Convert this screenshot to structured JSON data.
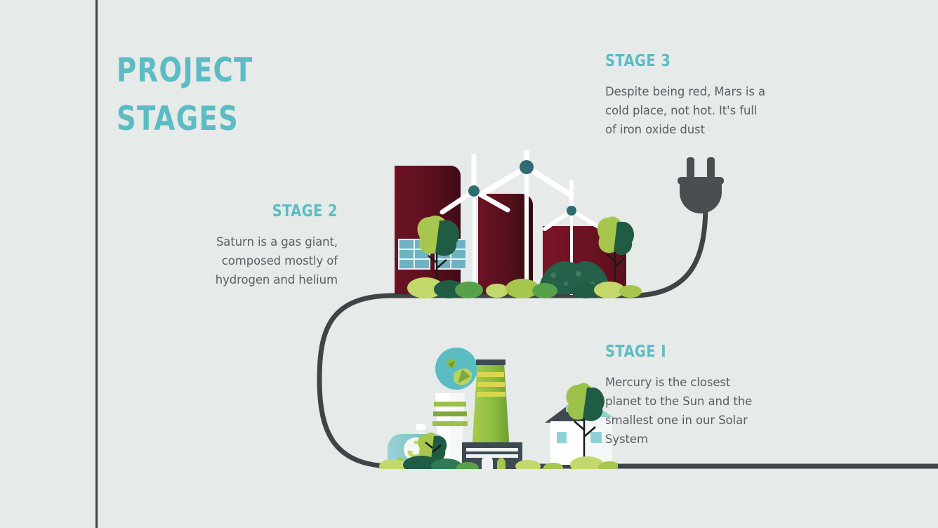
{
  "slide": {
    "background_color": "#e6eae8",
    "accent_color": "#5bbcc4",
    "body_text_color": "#5c5e60",
    "rule_color": "#3f4447",
    "title_line_1": "PROJECT",
    "title_line_2": "STAGES"
  },
  "stages": [
    {
      "id": "stage1",
      "label": "STAGE I",
      "body": "Mercury is the closest planet to the Sun and the smallest one in our Solar System",
      "align": "left"
    },
    {
      "id": "stage2",
      "label": "STAGE 2",
      "body": "Saturn is a gas giant, composed mostly of hydrogen and helium",
      "align": "right"
    },
    {
      "id": "stage3",
      "label": "STAGE 3",
      "body": "Despite being red, Mars is a cold place, not hot. It's full of iron oxide dust",
      "align": "left"
    }
  ],
  "graphics": {
    "power_cable": {
      "name": "power-cable-path",
      "color": "#3f4447",
      "width": 7
    },
    "plug_icon": {
      "name": "electric-plug-icon",
      "color": "#4a4e51"
    },
    "scene_top": {
      "name": "industrial-city-illustration",
      "building_color": "#6d1324",
      "turbine_color": "#ffffff",
      "turbine_hub_color": "#2e6b72",
      "window_color": "#6eb2c4",
      "foliage_colors": [
        "#1f5c43",
        "#58a14b",
        "#a7c64e",
        "#c2d86a"
      ]
    },
    "scene_bottom": {
      "name": "eco-factory-illustration",
      "globe_color": "#5bbcc4",
      "chimney_color": "#8cbf3f",
      "tank_color": "#7ec3c9",
      "house_roof_color": "#8fd0d6",
      "factory_base_color": "#3d4a52",
      "foliage_colors": [
        "#1f5c43",
        "#58a14b",
        "#a7c64e",
        "#c2d86a"
      ]
    }
  }
}
